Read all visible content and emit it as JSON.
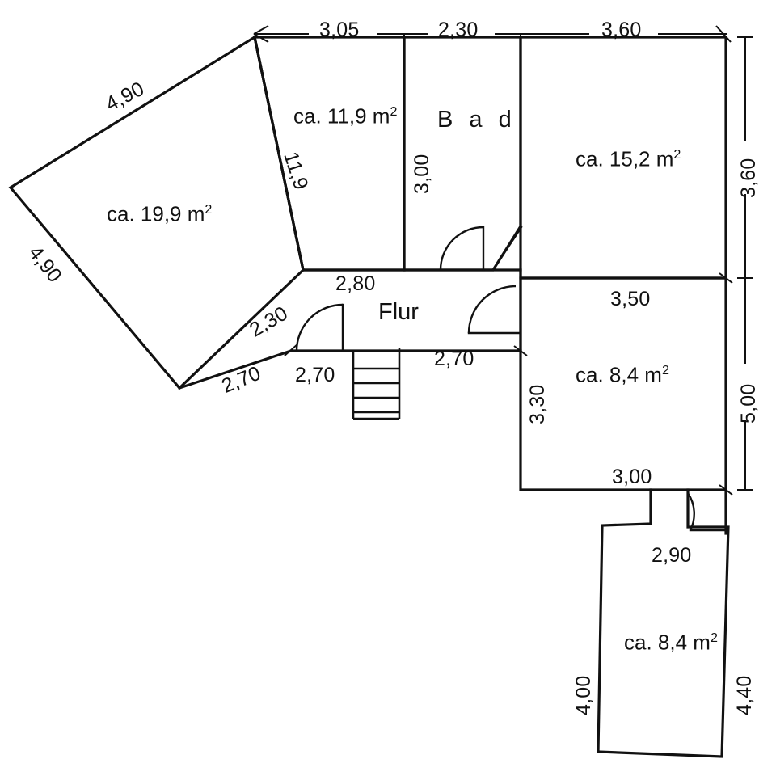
{
  "document": {
    "type": "floor-plan",
    "language": "de",
    "line_color": "#111111",
    "background_color": "#ffffff"
  },
  "rooms": [
    {
      "id": "room-living",
      "area_label": "ca. 19,9 m",
      "area_sup": "2",
      "name": ""
    },
    {
      "id": "room-119",
      "area_label": "ca. 11,9 m",
      "area_sup": "2",
      "name": ""
    },
    {
      "id": "room-bad",
      "area_label": "",
      "area_sup": "",
      "name": "B a d"
    },
    {
      "id": "room-152",
      "area_label": "ca. 15,2 m",
      "area_sup": "2",
      "name": ""
    },
    {
      "id": "room-84-right",
      "area_label": "ca. 8,4 m",
      "area_sup": "2",
      "name": ""
    },
    {
      "id": "room-flur",
      "area_label": "",
      "area_sup": "",
      "name": "Flur"
    },
    {
      "id": "room-84-balcony",
      "area_label": "ca. 8,4 m",
      "area_sup": "2",
      "name": ""
    }
  ],
  "dimensions": {
    "top_305": "3,05",
    "top_230": "2,30",
    "top_360": "3,60",
    "left_upper_490": "4,90",
    "left_lower_490": "4,90",
    "diag_119": "11,9",
    "bad_300": "3,00",
    "right_360": "3,60",
    "right_500": "5,00",
    "flur_280": "2,80",
    "diag_230": "2,30",
    "diag_270": "2,70",
    "flur_270_left": "2,70",
    "flur_270_right": "2,70",
    "right_350": "3,50",
    "right_330": "3,30",
    "bottom_300": "3,00",
    "balcony_290": "2,90",
    "balcony_400": "4,00",
    "balcony_440": "4,40"
  }
}
